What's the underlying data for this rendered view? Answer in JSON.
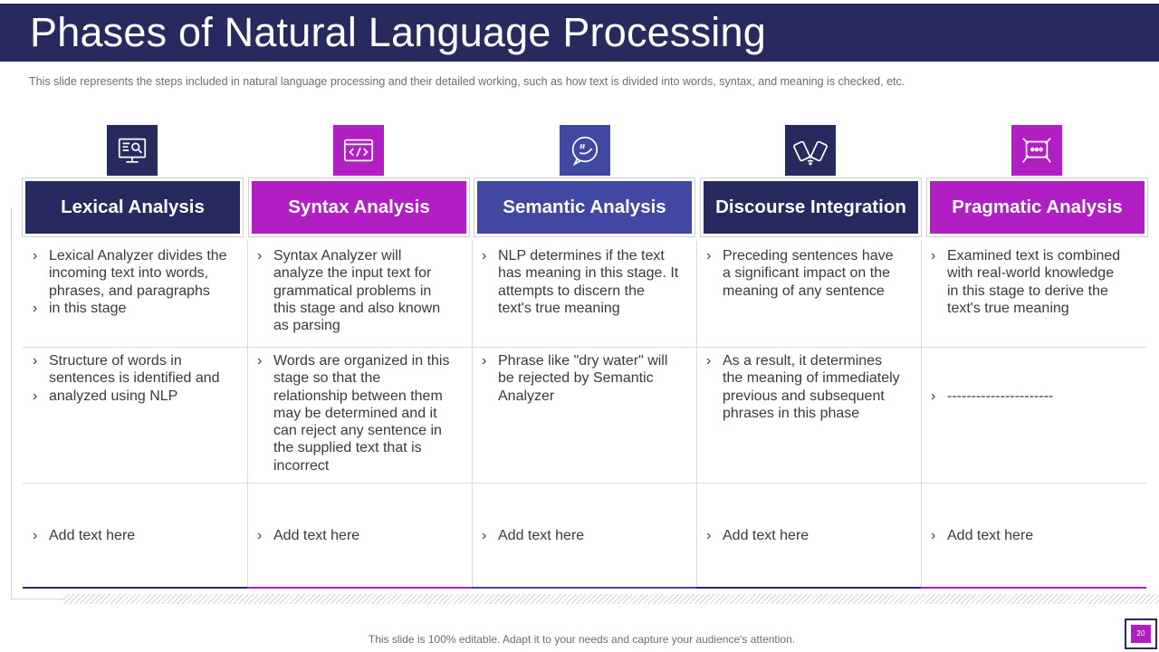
{
  "title": "Phases of Natural Language Processing",
  "subtitle": "This slide represents the steps included in natural language processing and their detailed working, such as how text is divided into words, syntax, and meaning is checked, etc.",
  "colors": {
    "navy": "#262a5e",
    "magenta": "#b01ec4",
    "indigo": "#4048a1"
  },
  "phases": [
    {
      "name": "Lexical Analysis",
      "icon": "monitor-search-icon",
      "color": "#262a5e",
      "row1": [
        "Lexical Analyzer divides the incoming text into words, phrases, and paragraphs",
        "in this stage"
      ],
      "row2": [
        "Structure of words in sentences is identified and",
        "analyzed using NLP"
      ],
      "row3": [
        "Add text here"
      ]
    },
    {
      "name": "Syntax Analysis",
      "icon": "code-window-icon",
      "color": "#b01ec4",
      "row1": [
        "Syntax Analyzer will analyze the input text for grammatical problems in this stage and also known as parsing"
      ],
      "row2": [
        "Words are organized in this stage so that the relationship between them may be determined and it can reject any sentence in the supplied text that is incorrect"
      ],
      "row3": [
        "Add text here"
      ]
    },
    {
      "name": "Semantic Analysis",
      "icon": "speech-bubble-icon",
      "color": "#4048a1",
      "row1": [
        "NLP determines if the text has meaning in this stage. It attempts to discern the text's true meaning"
      ],
      "row2": [
        "Phrase like \"dry water\" will be rejected by Semantic Analyzer"
      ],
      "row3": [
        "Add text here"
      ]
    },
    {
      "name": "Discourse Integration",
      "icon": "devices-wifi-icon",
      "color": "#262a5e",
      "row1": [
        "Preceding sentences have a significant impact on the meaning of any sentence"
      ],
      "row2": [
        "As a result, it determines the meaning of immediately previous and subsequent phrases in this phase"
      ],
      "row3": [
        "Add text here"
      ]
    },
    {
      "name": "Pragmatic Analysis",
      "icon": "chat-box-icon",
      "color": "#b01ec4",
      "row1": [
        "Examined text is combined with real-world knowledge in this stage to derive the text's true meaning"
      ],
      "row2": [
        "----------------------"
      ],
      "row3": [
        "Add text here"
      ]
    }
  ],
  "footer": "This slide is 100% editable. Adapt it to your needs and capture your audience's attention.",
  "page_number": "20"
}
